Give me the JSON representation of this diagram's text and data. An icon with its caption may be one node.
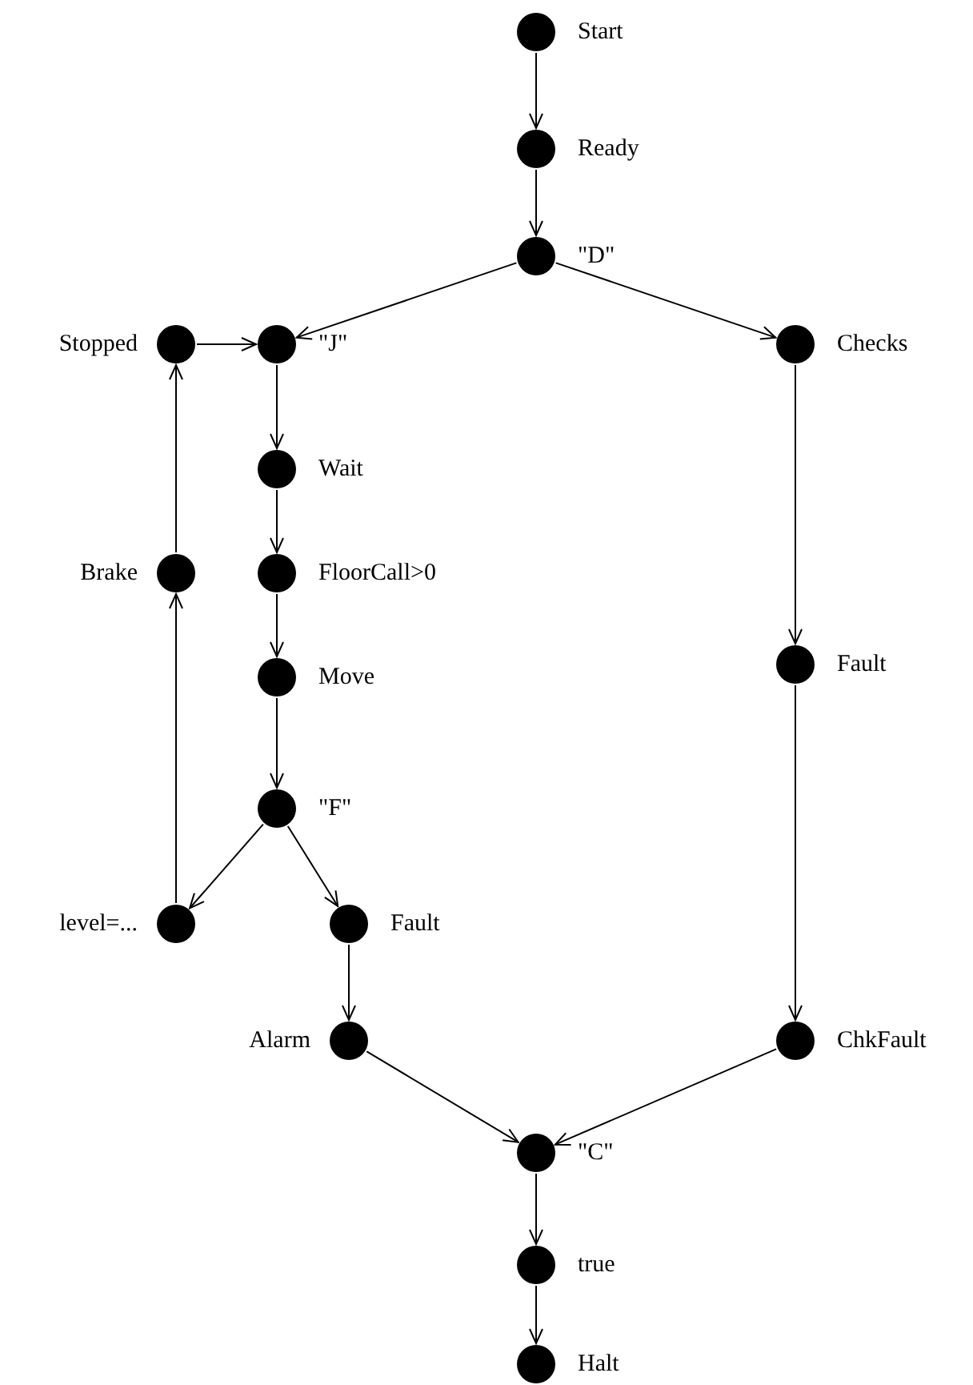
{
  "diagram": {
    "nodes": [
      {
        "text": [],
        "shape": "circle",
        "beside": [
          "Start"
        ]
      },
      {
        "text": [],
        "shape": "circle",
        "beside": [
          "Ready"
        ]
      },
      {
        "text": [],
        "shape": "circle",
        "beside": [
          "\"D\""
        ]
      },
      {
        "text": [],
        "shape": "circle",
        "beside": [
          "Stopped"
        ]
      },
      {
        "text": [],
        "shape": "circle",
        "beside": [
          "\"J\""
        ]
      },
      {
        "text": [],
        "shape": "circle",
        "beside": [
          "Checks"
        ]
      },
      {
        "text": [],
        "shape": "circle",
        "beside": [
          "Wait"
        ]
      },
      {
        "text": [],
        "shape": "circle",
        "beside": [
          "Brake"
        ]
      },
      {
        "text": [],
        "shape": "circle",
        "beside": [
          "FloorCall>0"
        ]
      },
      {
        "text": [],
        "shape": "circle",
        "beside": [
          "Fault"
        ]
      },
      {
        "text": [],
        "shape": "circle",
        "beside": [
          "Move"
        ]
      },
      {
        "text": [],
        "shape": "circle",
        "beside": [
          "\"F\""
        ]
      },
      {
        "text": [],
        "shape": "circle",
        "beside": [
          "level=..."
        ]
      },
      {
        "text": [],
        "shape": "circle",
        "beside": [
          "Fault"
        ]
      },
      {
        "text": [],
        "shape": "circle",
        "beside": [
          "Alarm"
        ]
      },
      {
        "text": [],
        "shape": "circle",
        "beside": [
          "ChkFault"
        ]
      },
      {
        "text": [],
        "shape": "circle",
        "beside": [
          "\"C\""
        ]
      },
      {
        "text": [],
        "shape": "circle",
        "beside": [
          "true"
        ]
      },
      {
        "text": [],
        "shape": "circle",
        "beside": [
          "Halt"
        ]
      }
    ],
    "edges": [
      {
        "from": 0,
        "to": 1,
        "arrow": "to"
      },
      {
        "from": 1,
        "to": 2,
        "arrow": "to"
      },
      {
        "from": 2,
        "to": 4,
        "arrow": "to"
      },
      {
        "from": 2,
        "to": 5,
        "arrow": "to"
      },
      {
        "from": 3,
        "to": 4,
        "arrow": "to"
      },
      {
        "from": 4,
        "to": 6,
        "arrow": "to"
      },
      {
        "from": 6,
        "to": 8,
        "arrow": "to"
      },
      {
        "from": 8,
        "to": 10,
        "arrow": "to"
      },
      {
        "from": 10,
        "to": 11,
        "arrow": "to"
      },
      {
        "from": 11,
        "to": 12,
        "arrow": "to"
      },
      {
        "from": 11,
        "to": 13,
        "arrow": "to"
      },
      {
        "from": 12,
        "to": 7,
        "arrow": "to"
      },
      {
        "from": 7,
        "to": 3,
        "arrow": "to"
      },
      {
        "from": 5,
        "to": 9,
        "arrow": "to"
      },
      {
        "from": 9,
        "to": 15,
        "arrow": "to"
      },
      {
        "from": 13,
        "to": 14,
        "arrow": "to"
      },
      {
        "from": 14,
        "to": 16,
        "arrow": "to"
      },
      {
        "from": 15,
        "to": 16,
        "arrow": "to"
      },
      {
        "from": 16,
        "to": 17,
        "arrow": "to"
      },
      {
        "from": 17,
        "to": 18,
        "arrow": "to"
      }
    ]
  }
}
